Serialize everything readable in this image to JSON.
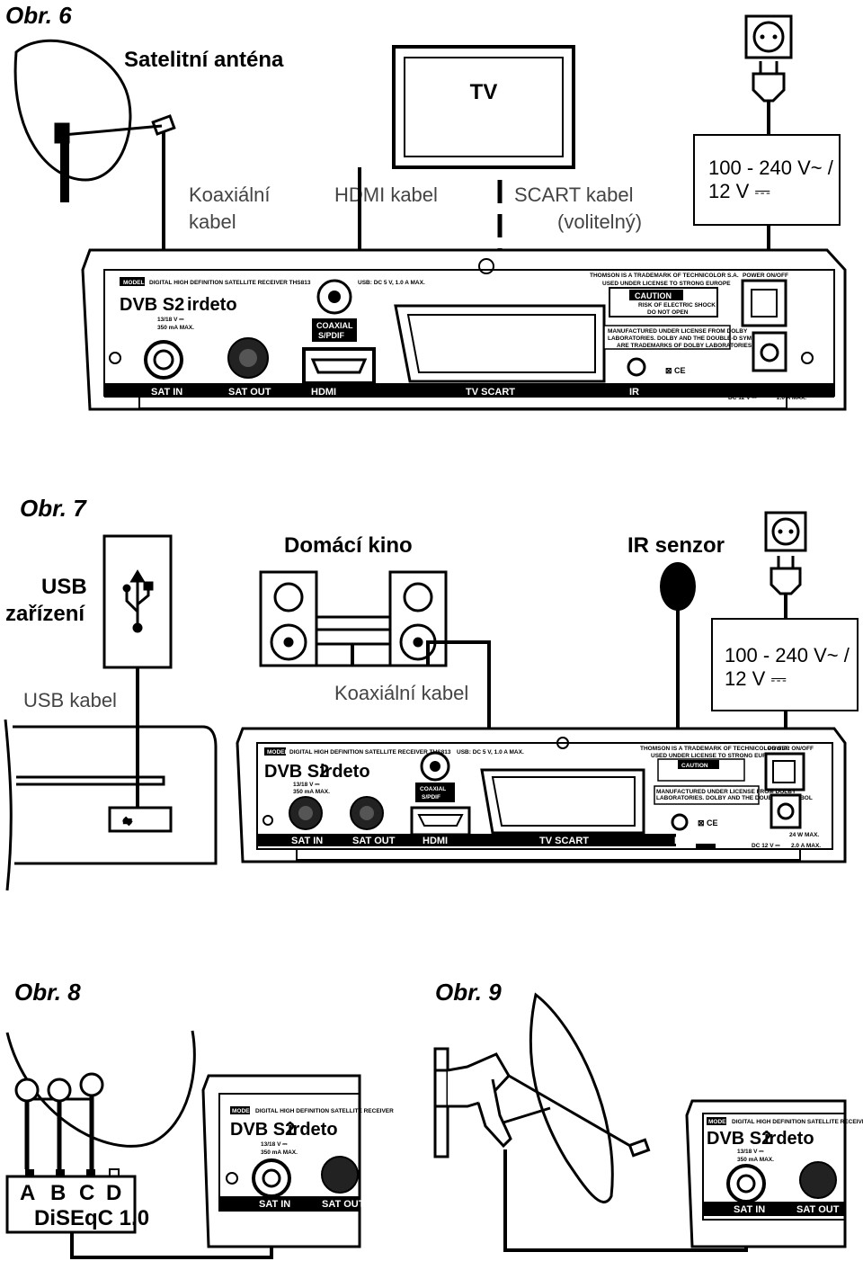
{
  "fig6": {
    "title": "Obr. 6",
    "antenna": "Satelitní anténa",
    "tv": "TV",
    "coax_1": "Koaxiální",
    "coax_2": "kabel",
    "hdmi": "HDMI kabel",
    "scart_1": "SCART kabel",
    "scart_2": "(volitelný)",
    "psu_1": "100 - 240 V~ /",
    "psu_2": "12 V ⎓"
  },
  "fig7": {
    "title": "Obr. 7",
    "usb_dev_1": "USB",
    "usb_dev_2": "zařízení",
    "home_cinema": "Domácí kino",
    "ir": "IR senzor",
    "usb_cable": "USB kabel",
    "coax_cable": "Koaxiální kabel",
    "psu_1": "100 - 240 V~ /",
    "psu_2": "12 V ⎓"
  },
  "fig8": {
    "title": "Obr. 8",
    "a": "A",
    "b": "B",
    "c": "C",
    "d": "D",
    "diseqc": "DiSEqC 1.0"
  },
  "fig9": {
    "title": "Obr. 9"
  },
  "panel": {
    "model": "MODEL",
    "model_desc": "DIGITAL HIGH DEFINITION SATELLITE RECEIVER THS813",
    "model_desc_short": "DIGITAL HIGH DEFINITION SATELLITE RECEIVER",
    "usb_rating": "USB: DC 5 V, 1.0 A MAX.",
    "thomson_1": "THOMSON IS A TRADEMARK OF TECHNICOLOR S.A.",
    "thomson_2": "USED UNDER LICENSE TO STRONG EUROPE",
    "caution": "CAUTION",
    "caution_1": "RISK OF ELECTRIC SHOCK",
    "caution_2": "DO NOT OPEN",
    "dolby_1": "MANUFACTURED UNDER LICENSE FROM DOLBY",
    "dolby_2": "LABORATORIES. DOLBY AND THE DOUBLE-D SYMBOL",
    "dolby_3": "ARE TRADEMARKS OF DOLBY LABORATORIES.",
    "power": "POWER ON/OFF",
    "dvb": "DVB S2",
    "irdeto": "irdeto",
    "lnb_1": "13/18 V ⎓",
    "lnb_2": "350 mA MAX.",
    "coaxial": "COAXIAL",
    "spdif": "S/PDIF",
    "sat_in": "SAT IN",
    "sat_out": "SAT OUT",
    "hdmi": "HDMI",
    "tv_scart": "TV SCART",
    "ir": "IR",
    "w_max": "24 W MAX.",
    "dc": "DC 12 V ⎓",
    "a_max": "2.0 A MAX."
  }
}
